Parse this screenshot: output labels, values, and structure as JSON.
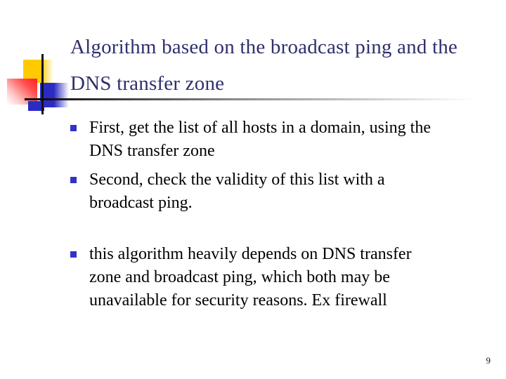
{
  "slide": {
    "title": {
      "line1": "Algorithm based on the broadcast ping and the",
      "line2": "DNS transfer zone"
    },
    "bullets": [
      {
        "lines": [
          "First, get the list of all hosts in a domain, using the",
          "DNS transfer zone"
        ]
      },
      {
        "lines": [
          "Second, check the validity of this list with a",
          "broadcast ping."
        ]
      },
      {
        "lines": [
          "this algorithm heavily depends on DNS transfer",
          "zone and broadcast ping, which both may be",
          "unavailable for security reasons. Ex firewall"
        ]
      }
    ],
    "page_number": "9",
    "colors": {
      "title_text": "#2f2f6e",
      "body_text": "#000000",
      "bullet_marker": "#3232c8",
      "accent_yellow": "#ffcb00",
      "accent_red": "#ff2222",
      "accent_blue": "#2b2bc4"
    }
  }
}
